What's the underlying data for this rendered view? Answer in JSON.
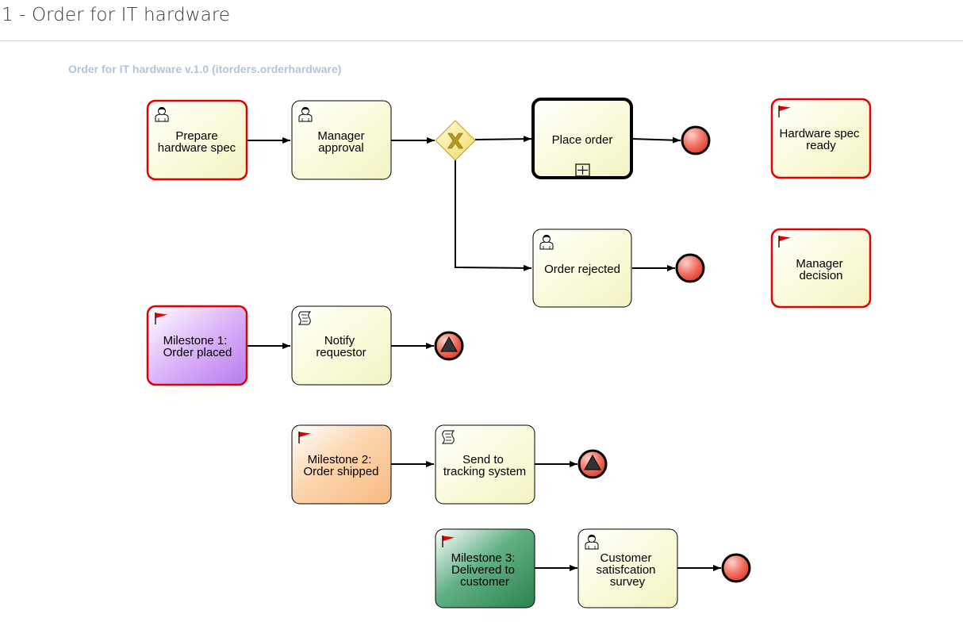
{
  "page_title": "1 - Order for IT hardware",
  "diagram_title": "Order for IT hardware v.1.0 (itorders.orderhardware)",
  "nodes": {
    "prepare": {
      "lines": [
        "Prepare",
        "hardware spec"
      ],
      "icon": "user-task-icon"
    },
    "approval": {
      "lines": [
        "Manager",
        "approval"
      ],
      "icon": "user-task-icon"
    },
    "gateway": {
      "symbol": "X",
      "icon": "exclusive-gateway-icon"
    },
    "place_order": {
      "lines": [
        "Place order"
      ],
      "icon": "subprocess-plus-icon"
    },
    "order_rejected": {
      "lines": [
        "Order rejected"
      ],
      "icon": "user-task-icon"
    },
    "hw_ready": {
      "lines": [
        "Hardware spec",
        "ready"
      ],
      "icon": "milestone-flag-icon"
    },
    "mgr_decision": {
      "lines": [
        "Manager",
        "decision"
      ],
      "icon": "milestone-flag-icon"
    },
    "milestone1": {
      "lines": [
        "Milestone 1:",
        "Order placed"
      ],
      "icon": "milestone-flag-icon"
    },
    "notify": {
      "lines": [
        "Notify",
        "requestor"
      ],
      "icon": "script-task-icon"
    },
    "milestone2": {
      "lines": [
        "Milestone 2:",
        "Order shipped"
      ],
      "icon": "milestone-flag-icon"
    },
    "send_tracking": {
      "lines": [
        "Send to",
        "tracking system"
      ],
      "icon": "script-task-icon"
    },
    "milestone3": {
      "lines": [
        "Milestone 3:",
        "Delivered to",
        "customer"
      ],
      "icon": "milestone-flag-icon"
    },
    "survey": {
      "lines": [
        "Customer",
        "satisfcation",
        "survey"
      ],
      "icon": "user-task-icon"
    }
  },
  "colors": {
    "task_fill": "#fafad2",
    "active_border": "#e30000",
    "normal_border": "#000000",
    "milestone1_fill": "#c080f0",
    "milestone2_fill": "#f8c08a",
    "milestone3_fill": "#3a9060",
    "end_event_fill": "#e84a4a",
    "gateway_fill": "#f3e57a",
    "title_color": "#363636",
    "diagram_title_color": "#b4c4d8"
  }
}
